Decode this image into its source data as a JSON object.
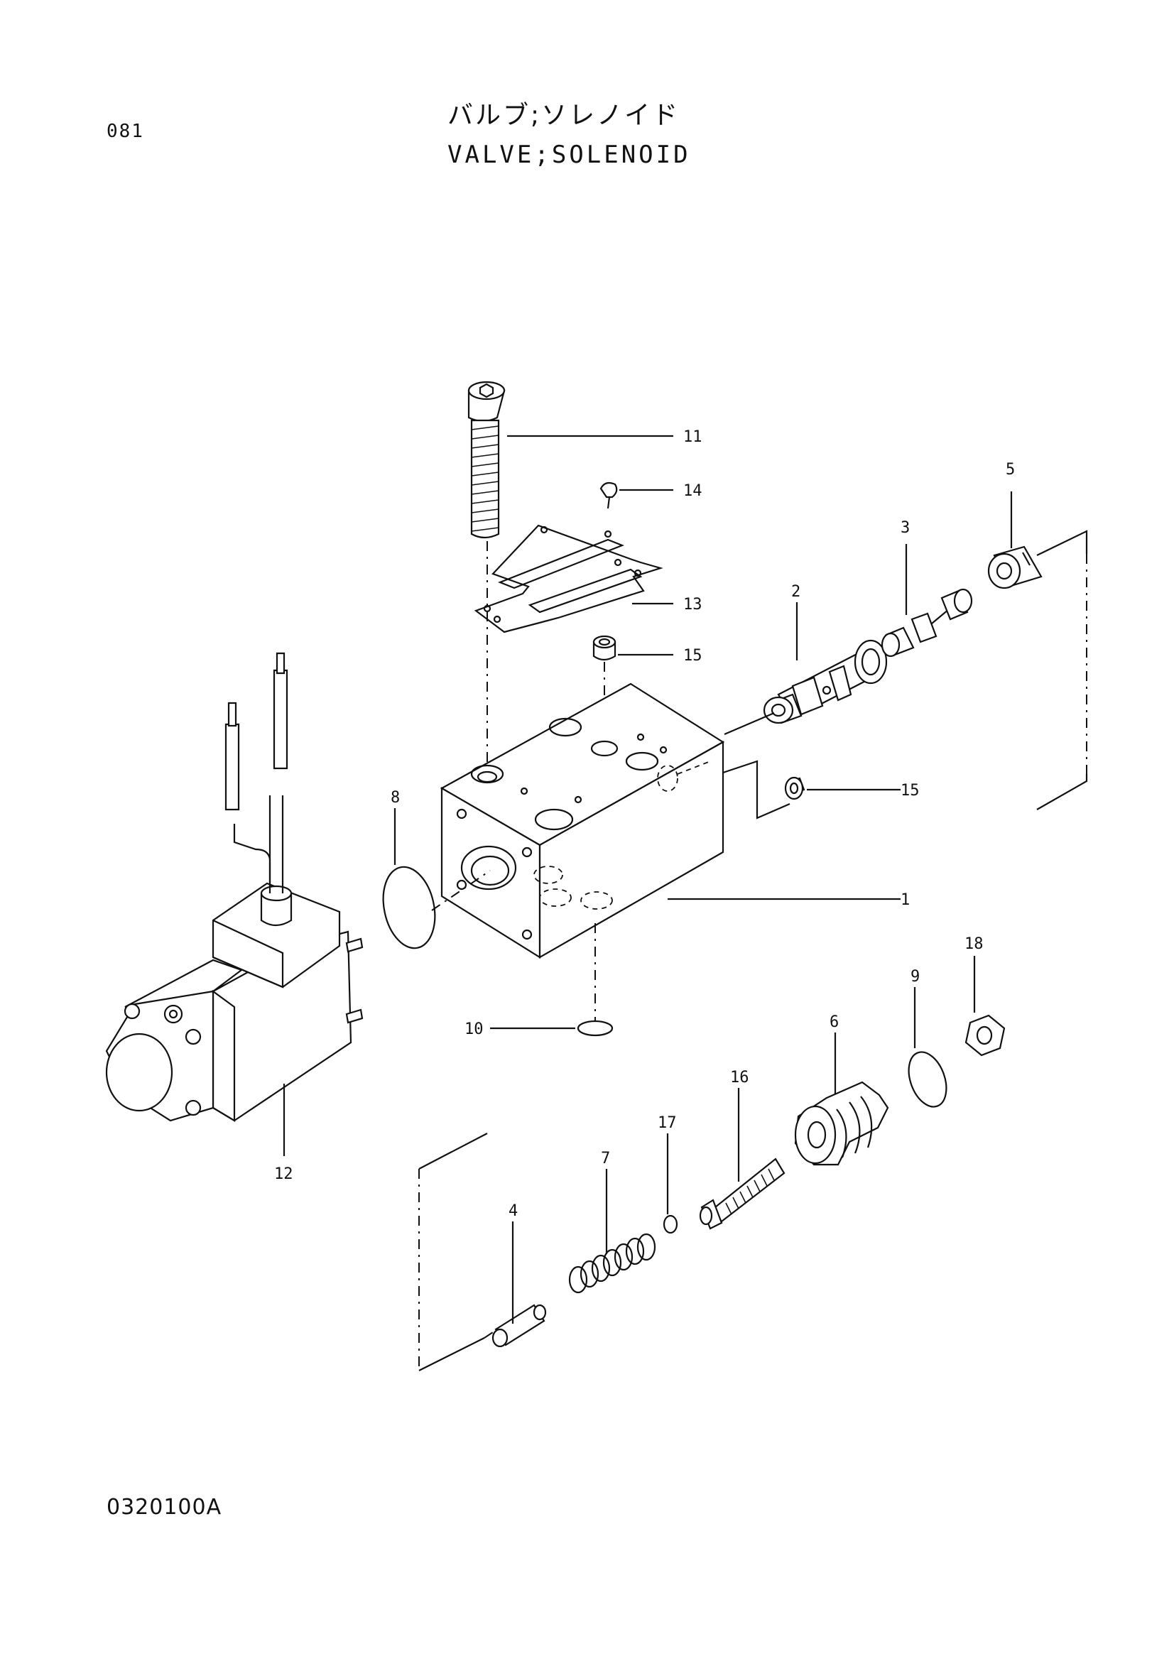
{
  "header": {
    "page_number": "081",
    "title_jp": "バルブ;ソレノイド",
    "title_en": "VALVE;SOLENOID"
  },
  "footer": {
    "drawing_code": "0320100A"
  },
  "callouts": [
    "1",
    "2",
    "3",
    "4",
    "5",
    "6",
    "7",
    "8",
    "9",
    "10",
    "11",
    "12",
    "13",
    "14",
    "15",
    "15",
    "16",
    "17",
    "18"
  ]
}
